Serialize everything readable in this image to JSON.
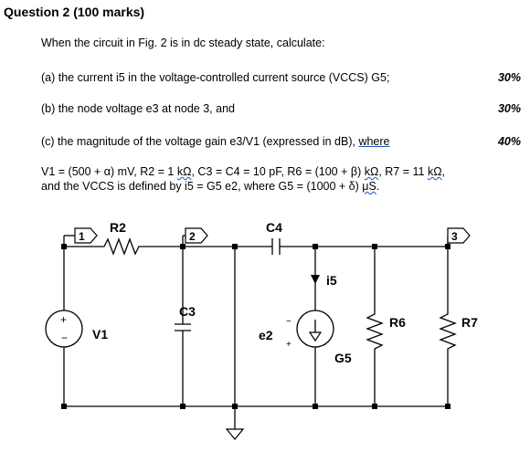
{
  "question": {
    "heading": "Question 2 (100 marks)",
    "intro": "When the circuit in Fig. 2 is in dc steady state, calculate:",
    "parts": [
      {
        "text": "(a) the current i5 in the voltage-controlled current source (VCCS) G5;",
        "marks": "30%"
      },
      {
        "text": "(b) the node voltage e3 at node 3, and",
        "marks": "30%"
      },
      {
        "text_pre": "(c) the magnitude of the voltage gain e3/V1 (expressed in dB), ",
        "text_link": "where",
        "marks": "40%"
      }
    ],
    "params_line1": {
      "a": "V1 = (500 + α) mV, R2 = 1 ",
      "kohm1": "kΩ",
      "b": ", C3 = C4 = 10 pF, R6 = (100 + β) ",
      "kohm2": "kΩ",
      "c": ", R7 = 11 ",
      "kohm3": "kΩ",
      "d": ","
    },
    "params_line2": {
      "a": "and the VCCS is defined by i5 = G5 e2, where G5 = (1000 + δ) ",
      "unit": "μS",
      "b": "."
    }
  },
  "circuit": {
    "node_flags": [
      "1",
      "2",
      "3"
    ],
    "labels": {
      "R2": "R2",
      "C4": "C4",
      "i5": "i5",
      "C3": "C3",
      "V1": "V1",
      "e2": "e2",
      "G5": "G5",
      "R6": "R6",
      "R7": "R7"
    },
    "polarity": {
      "plus": "+",
      "minus": "−",
      "e2_minus": "−",
      "e2_plus": "+"
    }
  }
}
